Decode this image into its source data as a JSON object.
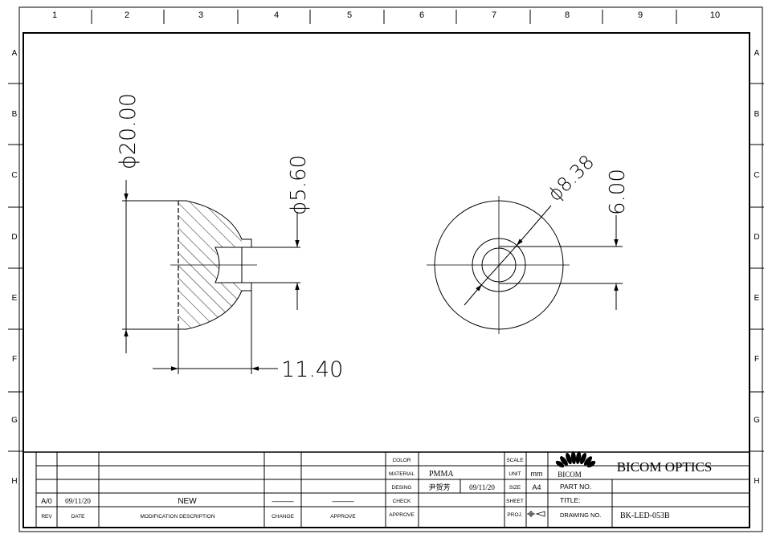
{
  "frame": {
    "columns": [
      "1",
      "2",
      "3",
      "4",
      "5",
      "6",
      "7",
      "8",
      "9",
      "10"
    ],
    "rows": [
      "A",
      "B",
      "C",
      "D",
      "E",
      "F",
      "G",
      "H"
    ]
  },
  "dimensions": {
    "outer_diameter": "ϕ20.00",
    "bore_diameter": "ϕ5.60",
    "length": "11.40",
    "front_diameter": "ϕ8.38",
    "front_height": "6.00"
  },
  "title_block": {
    "revision": {
      "rev": "A/0",
      "date": "09/11/20",
      "description": "NEW",
      "change": "———",
      "approve": "———"
    },
    "headers": {
      "rev": "REV",
      "date": "DATE",
      "description": "MODIFICATION DESCRIPTION",
      "change": "CHANGE",
      "approve": "APPROVE"
    },
    "fields": {
      "color_label": "COLOR",
      "material_label": "MATERIAL",
      "material_value": "PMMA",
      "design_label": "DESING",
      "designer": "尹贺芳",
      "design_date": "09/11/20",
      "check_label": "CHECK",
      "approve_label": "APPROVE",
      "scale_label": "SCALE",
      "unit_label": "UNIT",
      "unit_value": "mm",
      "size_label": "SIZE",
      "size_value": "A4",
      "sheet_label": "SHEET",
      "proj_label": "PROJ.",
      "logo_text": "BICOM",
      "company": "BICOM OPTICS",
      "part_no_label": "PART NO.",
      "title_label": "TITLE:",
      "drawing_no_label": "DRAWING NO.",
      "drawing_no_value": "BK-LED-053B"
    }
  }
}
